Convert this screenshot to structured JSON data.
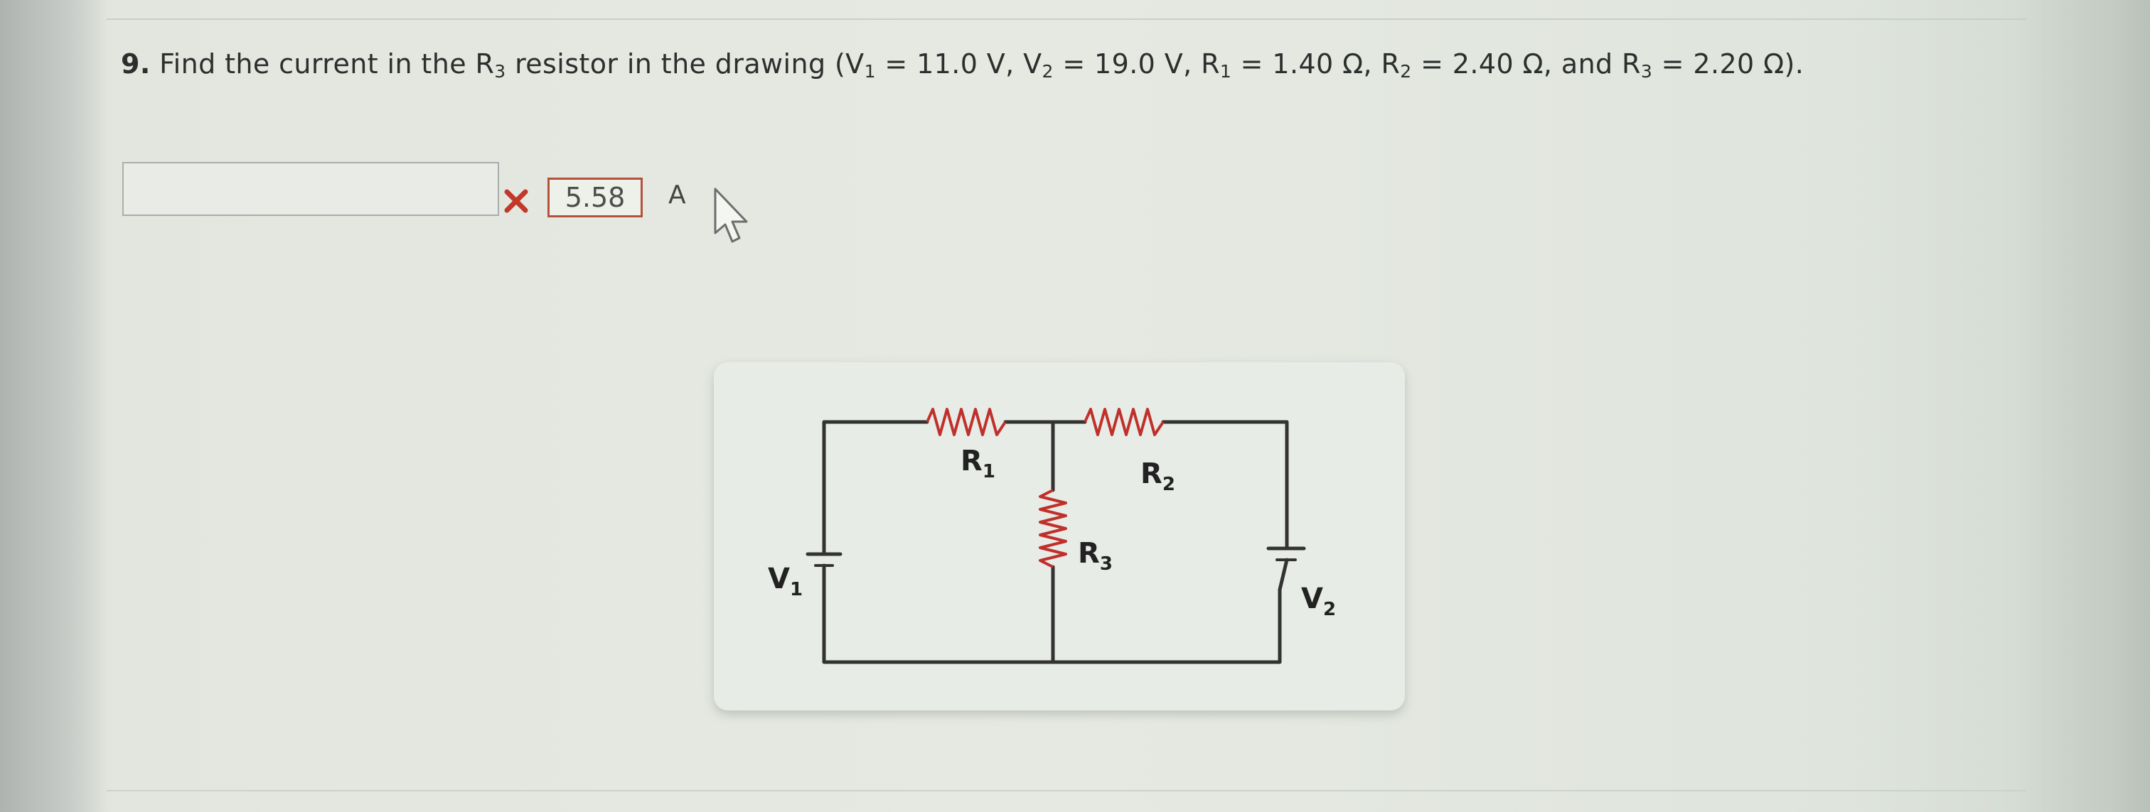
{
  "question": {
    "number": "9.",
    "parts": {
      "text1": " Find the current in the R",
      "r3_sub": "3",
      "text2": " resistor in the drawing (V",
      "v1_sub": "1",
      "text3": " = 11.0 V, V",
      "v2_sub": "2",
      "text4": " = 19.0 V, R",
      "r1_sub": "1",
      "text5": " = 1.40 Ω, R",
      "r2_sub": "2",
      "text6": " = 2.40 Ω, and R",
      "r3b_sub": "3",
      "text7": " = 2.20 Ω)."
    }
  },
  "answer": {
    "input_value": "",
    "previous_answer": "5.58",
    "unit": "A",
    "status": "incorrect"
  },
  "circuit": {
    "labels": {
      "r1": "R",
      "r1_sub": "1",
      "r2": "R",
      "r2_sub": "2",
      "r3": "R",
      "r3_sub": "3",
      "v1": "V",
      "v1_sub": "1",
      "v2": "V",
      "v2_sub": "2"
    }
  },
  "colors": {
    "incorrect_mark": "#c0392b",
    "wire": "#333333",
    "resistor": "#c0302b"
  },
  "icons": [
    "incorrect-x-icon",
    "mouse-cursor-icon"
  ]
}
